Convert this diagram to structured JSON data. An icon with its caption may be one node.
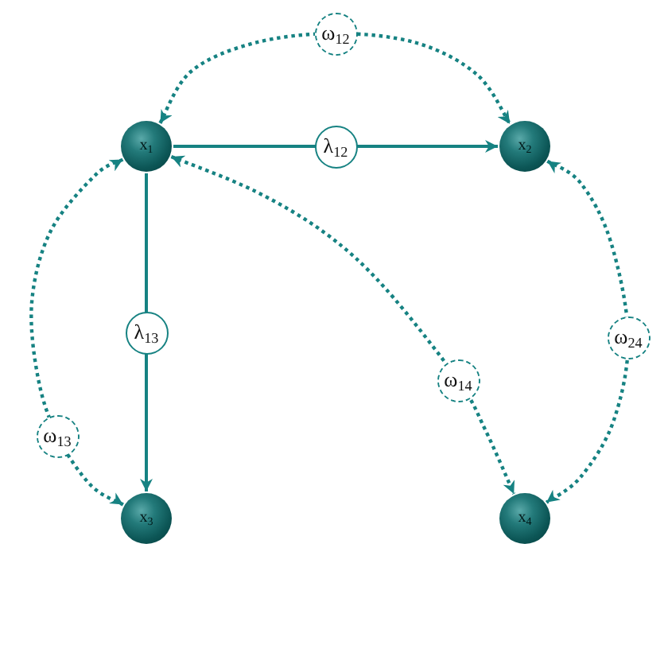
{
  "diagram": {
    "nodes": [
      {
        "text": [
          "x$_{1}$"
        ]
      },
      {
        "text": [
          "x$_{2}$"
        ]
      },
      {
        "text": [
          "x$_{3}$"
        ]
      },
      {
        "text": [
          "x$_{4}$"
        ]
      }
    ],
    "edges": [
      {
        "from": 0,
        "to": 1,
        "arrow": "to",
        "label": "λ$_{12}$"
      },
      {
        "from": 0,
        "to": 2,
        "arrow": "to",
        "label": "λ$_{13}$"
      },
      {
        "from": 0,
        "to": 1,
        "arrow": "both",
        "label": "ω$_{12}$",
        "style": "dashed"
      },
      {
        "from": 0,
        "to": 2,
        "arrow": "both",
        "label": "ω$_{13}$",
        "style": "dashed"
      },
      {
        "from": 0,
        "to": 3,
        "arrow": "both",
        "label": "ω$_{14}$",
        "style": "dashed"
      },
      {
        "from": 1,
        "to": 3,
        "arrow": "both",
        "label": "ω$_{24}$",
        "style": "dashed"
      }
    ]
  }
}
